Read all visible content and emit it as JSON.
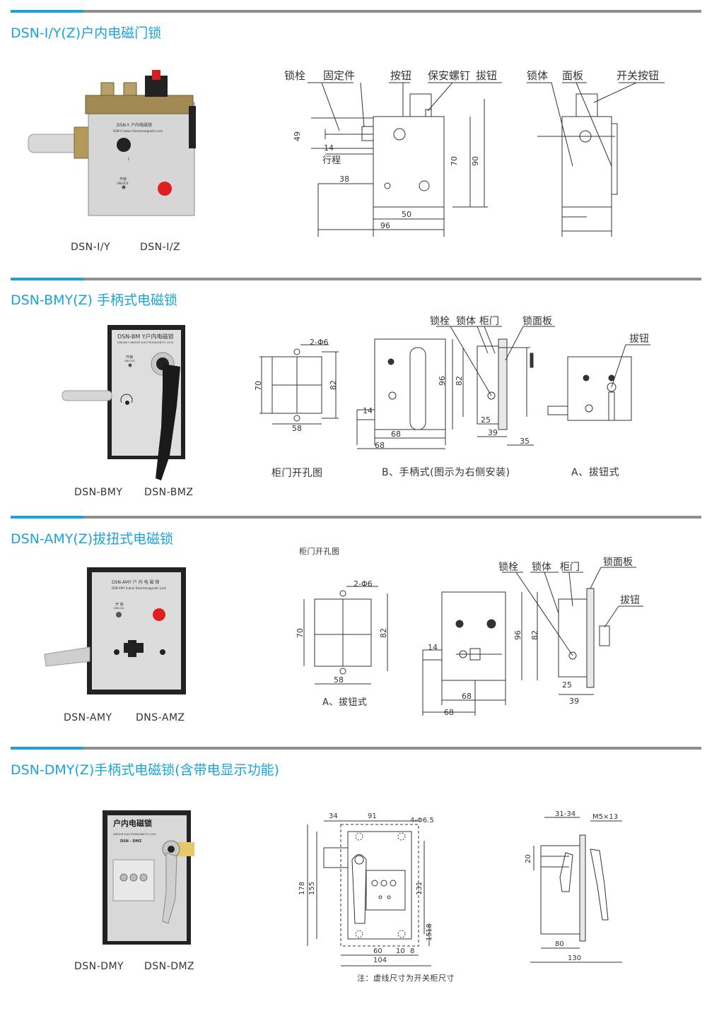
{
  "colors": {
    "accent": "#1aa3d8",
    "rule": "#8e8e8e",
    "line": "#333333"
  },
  "sections": [
    {
      "title": "DSN-Ⅰ/Y(Z)户内电磁门锁",
      "product_labels": [
        "DSN-Ⅰ/Y",
        "DSN-Ⅰ/Z"
      ],
      "panel_text": [
        "DSN-Y 户内电磁锁",
        "DSN-Y Indoor Electromagnetic Lock",
        "开锁",
        "UNLOCK",
        "I"
      ],
      "callouts": [
        "锁栓",
        "固定件",
        "按钮",
        "保安螺钉",
        "拔钮",
        "锁体",
        "面板",
        "开关按钮"
      ],
      "dims": [
        "49",
        "14",
        "行程",
        "38",
        "70",
        "90",
        "50",
        "96"
      ]
    },
    {
      "title": "DSN-BMY(Z) 手柄式电磁锁",
      "product_labels": [
        "DSN-BMY",
        "DSN-BMZ"
      ],
      "panel_text": [
        "DSN-BM Y户内电磁锁",
        "DSN-BM Y INDOOR ELECTROMAGNETIC LOCK",
        "开锁",
        "UNLOCK"
      ],
      "callouts": [
        "锁栓",
        "锁体",
        "柜门",
        "锁面板",
        "拔钮"
      ],
      "dims": [
        "2-Φ6",
        "70",
        "82",
        "58",
        "96",
        "82",
        "14",
        "68",
        "68",
        "25",
        "39",
        "35"
      ],
      "captions": [
        "柜门开孔图",
        "B、手柄式(图示为右侧安装)",
        "A、拔钮式"
      ]
    },
    {
      "title": "DSN-AMY(Z)拔扭式电磁锁",
      "product_labels": [
        "DSN-AMY",
        "DNS-AMZ"
      ],
      "panel_text": [
        "DSN-AMY 户 内 电 磁 锁",
        "DSN-AMY Indoor Electromagnetic Lock",
        "开 锁",
        "UNLOCK"
      ],
      "callouts": [
        "锁栓",
        "锁体",
        "柜门",
        "锁面板",
        "拔钮"
      ],
      "dims": [
        "2-Φ6",
        "70",
        "82",
        "58",
        "96",
        "82",
        "14",
        "68",
        "68",
        "25",
        "39"
      ],
      "captions": [
        "柜门开孔图",
        "A、拔钮式"
      ]
    },
    {
      "title": "DSN-DMY(Z)手柄式电磁锁(含带电显示功能)",
      "product_labels": [
        "DSN-DMY",
        "DSN-DMZ"
      ],
      "panel_text": [
        "户内电磁锁",
        "INDOOR ELECTROMAGNETIC LOCK",
        "DSN - DMZ"
      ],
      "dims": [
        "34",
        "91",
        "4-Φ6.5",
        "178",
        "155",
        "131",
        "15",
        "18",
        "60",
        "10",
        "8",
        "104",
        "31-34",
        "M5×13",
        "20",
        "80",
        "130"
      ],
      "note": "注：虚线尺寸为开关柜尺寸"
    }
  ]
}
